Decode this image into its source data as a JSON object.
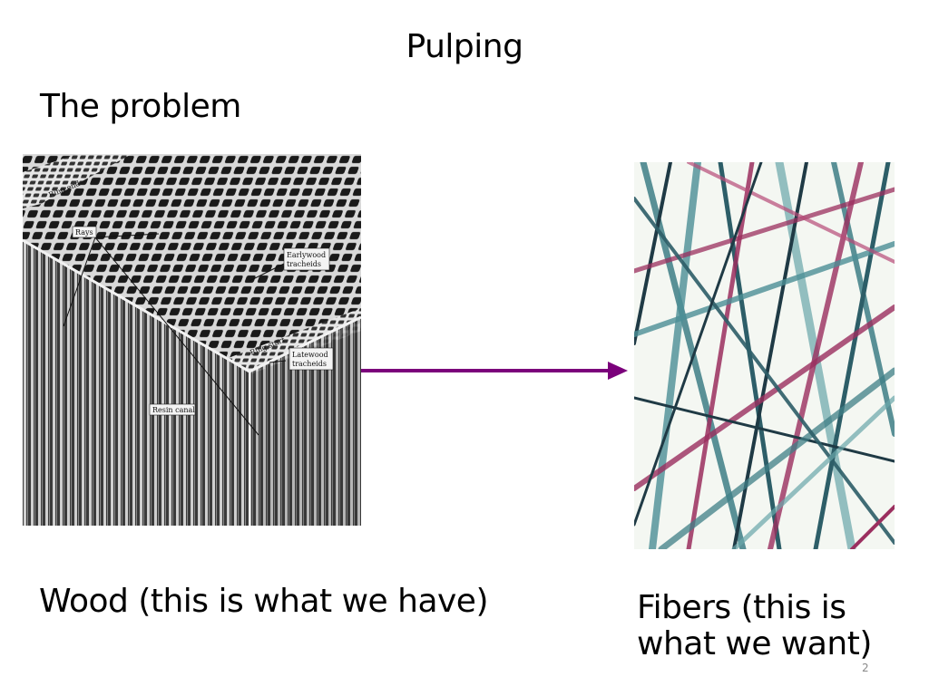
{
  "slide": {
    "title": "Pulping",
    "subheading": "The problem",
    "slide_number": "2"
  },
  "wood_figure": {
    "labels": {
      "ring_end": "Ring end",
      "rays": "Rays",
      "earlywood_1": "Earlywood",
      "earlywood_2": "tracheids",
      "ring_start": "Ring start",
      "latewood_1": "Latewood",
      "latewood_2": "tracheids",
      "resin_canal": "Resin canal"
    }
  },
  "captions": {
    "wood": "Wood (this is what we have)",
    "fibers_line1": "Fibers (this is",
    "fibers_line2": "what we want)"
  },
  "colors": {
    "arrow": "#7b007b",
    "fiber_teal": "#3f7f86",
    "fiber_magenta": "#9b2f5f",
    "fiber_dark": "#1f3a45"
  }
}
